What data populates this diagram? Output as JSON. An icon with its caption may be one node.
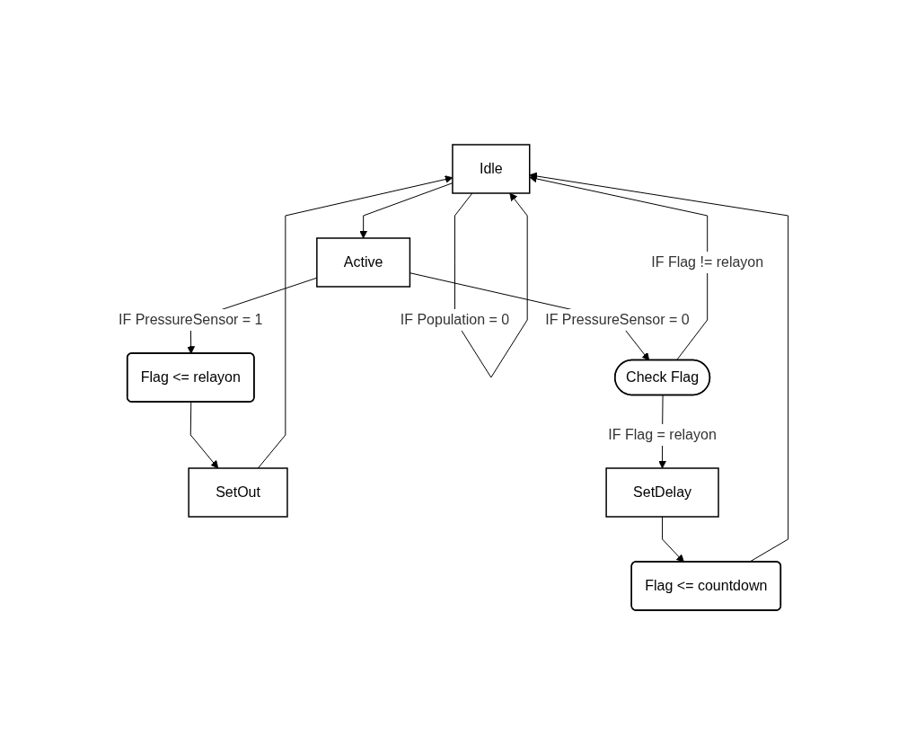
{
  "diagram": {
    "nodes": [
      {
        "text": [
          "Idle"
        ]
      },
      {
        "text": [
          "Active"
        ]
      },
      {
        "text": [
          "Flag <= relayon"
        ]
      },
      {
        "text": [
          "Check Flag"
        ]
      },
      {
        "text": [
          "SetOut"
        ]
      },
      {
        "text": [
          "SetDelay"
        ]
      },
      {
        "text": [
          "Flag <= countdown"
        ]
      }
    ],
    "edges": [
      {
        "from": 0,
        "to": 0,
        "arrow": "to",
        "label": "IF Population = 0"
      },
      {
        "from": 0,
        "to": 1,
        "arrow": "to"
      },
      {
        "from": 1,
        "to": 2,
        "arrow": "to",
        "label": "IF PressureSensor = 1"
      },
      {
        "from": 1,
        "to": 3,
        "arrow": "to",
        "label": "IF PressureSensor = 0"
      },
      {
        "from": 3,
        "to": 0,
        "arrow": "to",
        "label": "IF Flag != relayon"
      },
      {
        "from": 2,
        "to": 4,
        "arrow": "to"
      },
      {
        "from": 3,
        "to": 5,
        "arrow": "to",
        "label": "IF Flag = relayon"
      },
      {
        "from": 5,
        "to": 6,
        "arrow": "to"
      },
      {
        "from": 4,
        "to": 0,
        "arrow": "to"
      },
      {
        "from": 6,
        "to": 0,
        "arrow": "to"
      }
    ]
  }
}
